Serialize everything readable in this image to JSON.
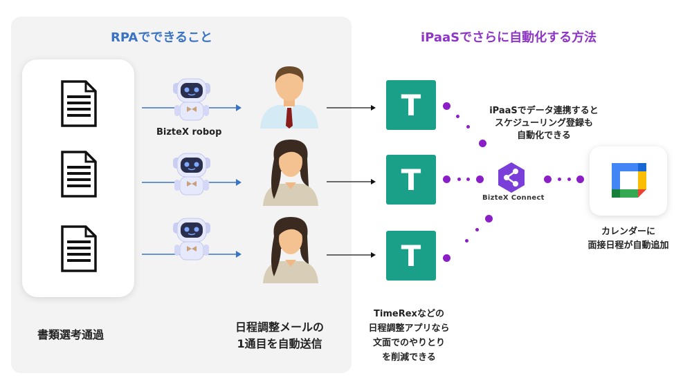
{
  "rpa": {
    "title": "RPAでできること",
    "robot_label": "BizteX robop",
    "step1_label": "書類選考通過",
    "step2_label_line1": "日程調整メールの",
    "step2_label_line2": "1通目を自動送信"
  },
  "ipaas": {
    "title": "iPaaSでさらに自動化する方法",
    "t_letter": "T",
    "timerex_note": [
      "TimeRexなどの",
      "日程調整アプリなら",
      "文面でのやりとり",
      "を削減できる"
    ],
    "ipaas_note": [
      "iPaaSでデータ連携すると",
      "スケジューリング登録も",
      "自動化できる"
    ],
    "connect_label": "BizteX Connect",
    "calendar_note": [
      "カレンダーに",
      "面接日程が自動追加"
    ]
  },
  "colors": {
    "rpa_accent": "#3a73c4",
    "ipaas_accent": "#8e35c7",
    "timerex_green": "#1aa089",
    "dot_purple": "#8a1fc7"
  },
  "icons": [
    "document-icon",
    "robot-icon",
    "male-person-icon",
    "female-person-icon",
    "timerex-logo-icon",
    "biztex-connect-icon",
    "calendar-icon"
  ]
}
